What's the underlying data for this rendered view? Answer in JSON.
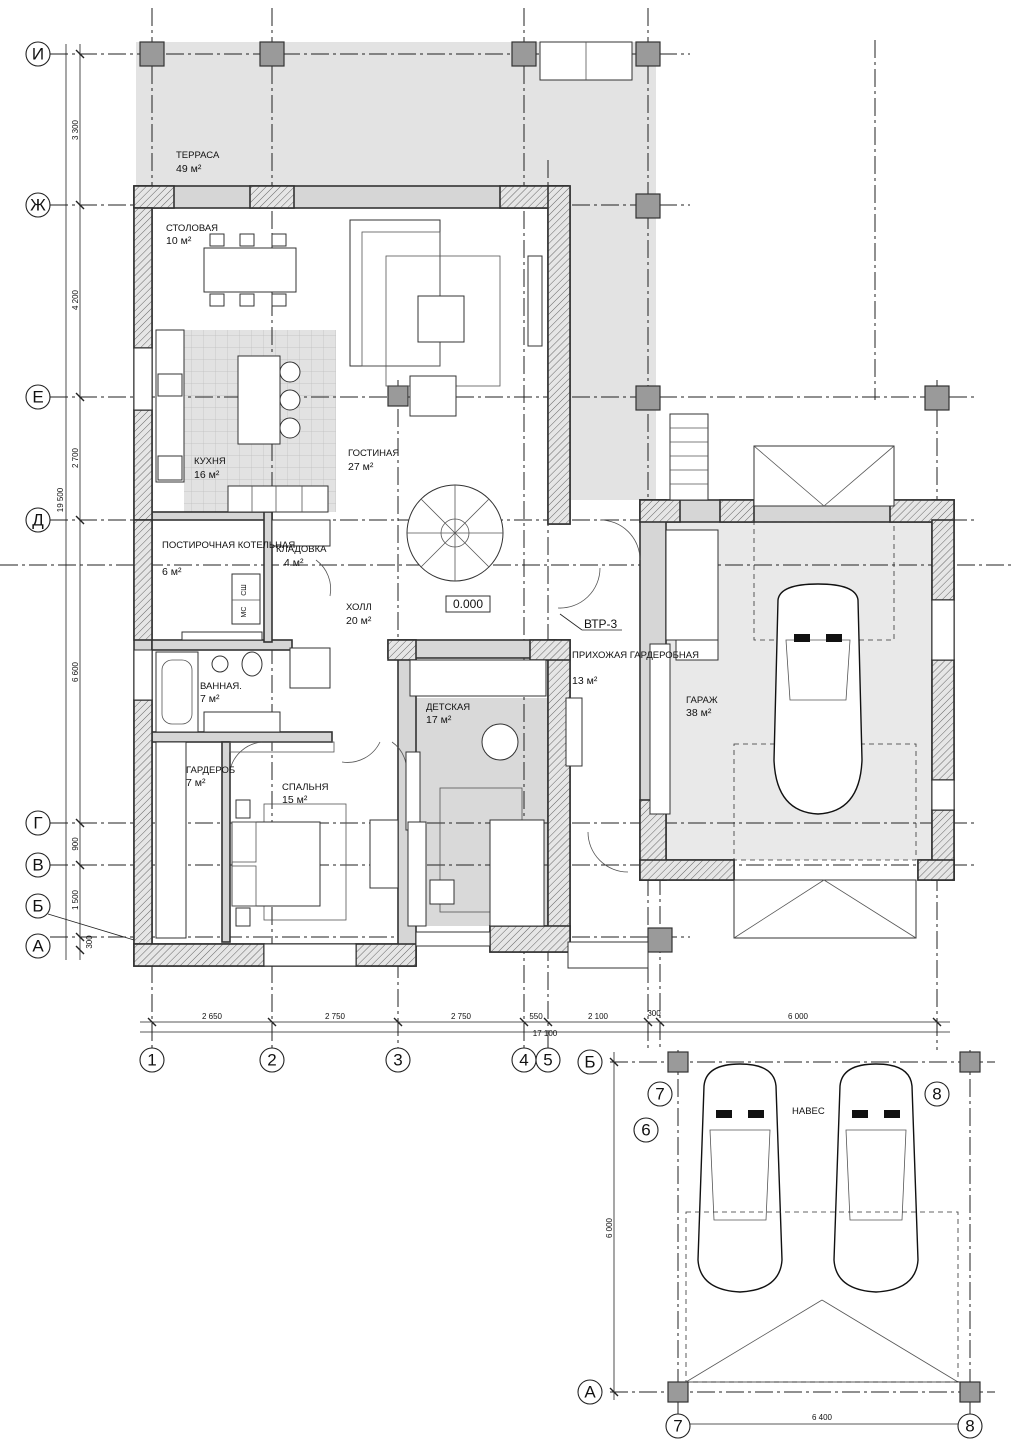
{
  "axes": {
    "rows": [
      "И",
      "Ж",
      "Е",
      "Д",
      "Г",
      "В",
      "Б",
      "А"
    ],
    "cols": [
      "1",
      "2",
      "3",
      "4",
      "5",
      "6",
      "7",
      "8"
    ],
    "canopy_rows": [
      "Б",
      "А"
    ],
    "canopy_cols": [
      "7",
      "8"
    ]
  },
  "rooms": [
    {
      "id": "terrace",
      "name": "ТЕРРАСА",
      "area": "49 м²"
    },
    {
      "id": "dining",
      "name": "СТОЛОВАЯ",
      "area": "10 м²"
    },
    {
      "id": "living",
      "name": "ГОСТИНАЯ",
      "area": "27 м²"
    },
    {
      "id": "kitchen",
      "name": "КУХНЯ",
      "area": "16 м²"
    },
    {
      "id": "boiler",
      "name": "ПОСТИРОЧНАЯ КОТЕЛЬНАЯ",
      "area": "6 м²"
    },
    {
      "id": "storage",
      "name": "КЛАДОВКА",
      "area": "4 м²"
    },
    {
      "id": "hall",
      "name": "ХОЛЛ",
      "area": "20 м²"
    },
    {
      "id": "bath",
      "name": "ВАННАЯ.",
      "area": "7 м²"
    },
    {
      "id": "kids",
      "name": "ДЕТСКАЯ",
      "area": "17 м²"
    },
    {
      "id": "entry",
      "name": "ПРИХОЖАЯ ГАРДЕРОБНАЯ",
      "area": "13 м²"
    },
    {
      "id": "garage",
      "name": "ГАРАЖ",
      "area": "38 м²"
    },
    {
      "id": "wardrobe",
      "name": "ГАРДЕРОБ",
      "area": "7 м²"
    },
    {
      "id": "bedroom",
      "name": "СПАЛЬНЯ",
      "area": "15 м²"
    },
    {
      "id": "canopy",
      "name": "НАВЕС",
      "area": ""
    }
  ],
  "labels": {
    "level": "0.000",
    "vent": "ВТР-3",
    "cabinet_1": "СШ",
    "cabinet_2": "МС"
  },
  "dims_horizontal": [
    "2 650",
    "2 750",
    "2 750",
    "550",
    "2 100",
    "300",
    "6 000"
  ],
  "dim_total_horizontal": "17 100",
  "dims_vertical": [
    "3 300",
    "4 200",
    "2 700",
    "6 600",
    "900",
    "1 500",
    "300"
  ],
  "dim_total_vertical": "19 500",
  "canopy_dims": {
    "width": "6 400",
    "depth": "6 000"
  }
}
